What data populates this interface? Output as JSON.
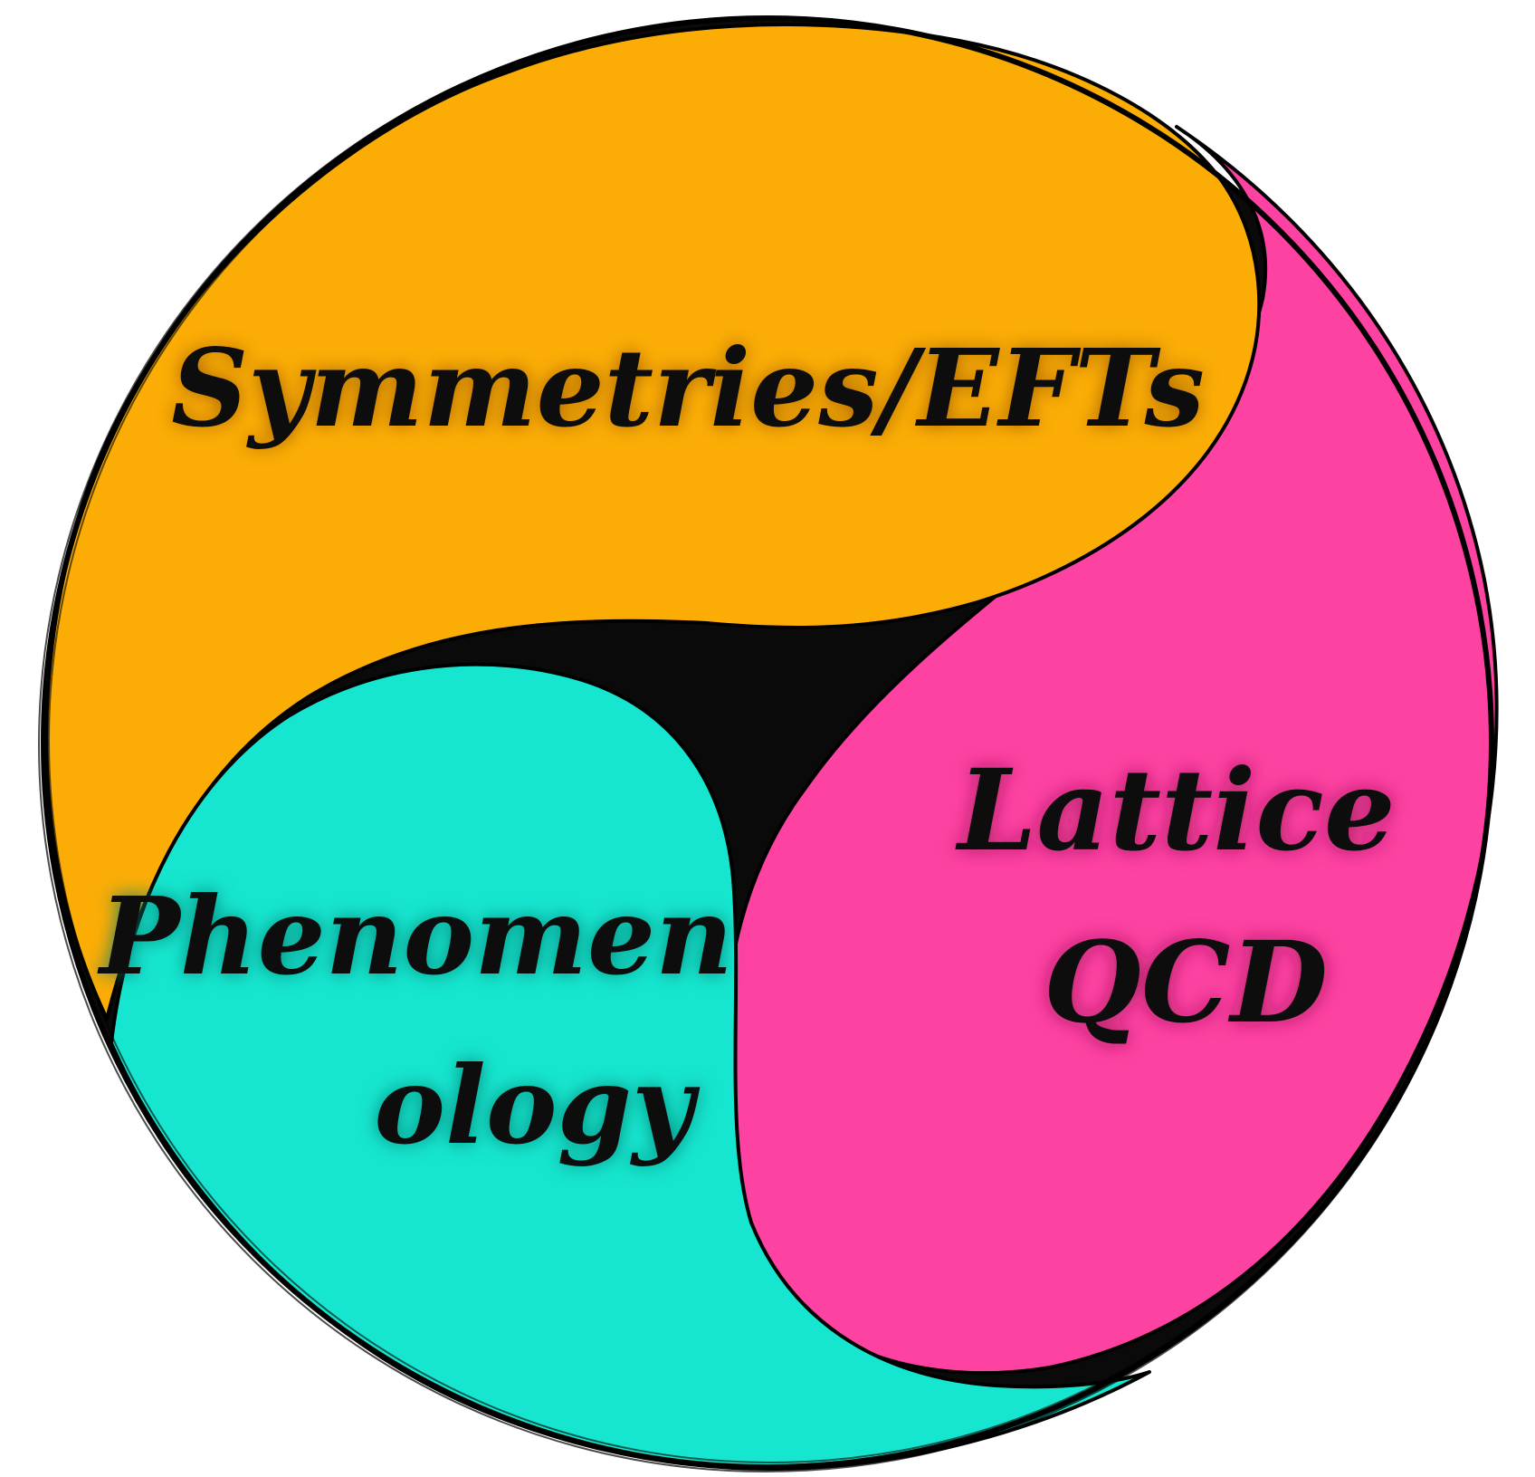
{
  "diagram": {
    "colors": {
      "orange": "#FCAD05",
      "pink": "#FD42A1",
      "teal": "#16E6CF",
      "center": "#0A0A0A",
      "outline": "#000000"
    },
    "labels": {
      "symmetries": "Symmetries/EFTs",
      "lattice_line1": "Lattice",
      "lattice_line2": "QCD",
      "phenomenology_line1": "Phenomen",
      "phenomenology_line2": "ology"
    }
  }
}
